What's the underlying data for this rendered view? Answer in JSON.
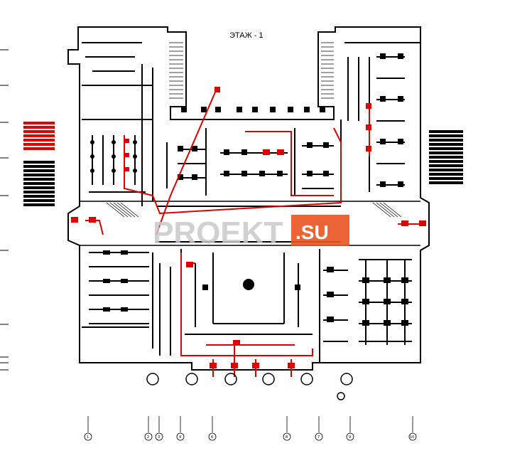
{
  "floor_title": "ЭТАЖ - 1",
  "watermark": {
    "main": "PROEKT",
    "suffix": ".SU",
    "accent": "#e8531f"
  },
  "axis_labels": [
    "1",
    "2",
    "3",
    "4",
    "6",
    "8",
    "7",
    "9",
    "10"
  ],
  "colors": {
    "walls": "#000000",
    "highlight": "#e00000",
    "watermark": "#c9c9c9"
  }
}
